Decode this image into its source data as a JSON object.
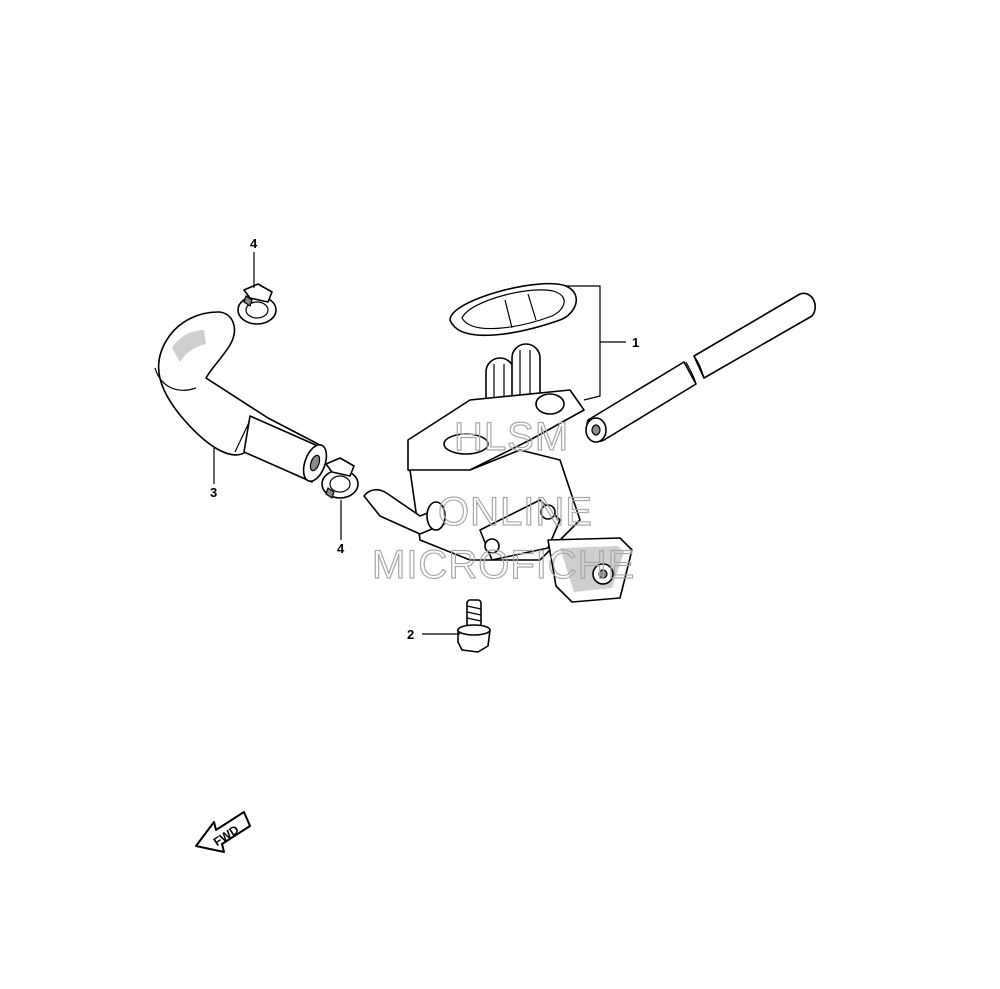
{
  "callouts": {
    "c1": "1",
    "c2": "2",
    "c3": "3",
    "c4a": "4",
    "c4b": "4"
  },
  "fwd_label": "FWD",
  "watermark": {
    "line1": "HLSM",
    "line2": "ONLINE",
    "line3": "MICROFICHE"
  }
}
